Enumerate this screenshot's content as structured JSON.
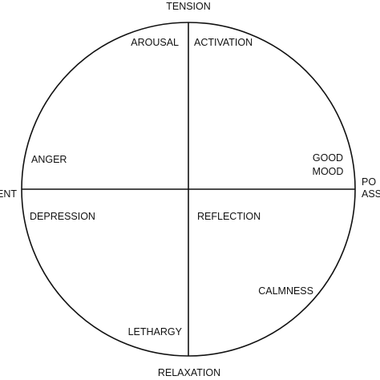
{
  "colors": {
    "stroke": "#111111",
    "background": "#ffffff"
  },
  "axes": {
    "top": "TENSION",
    "bottom": "RELAXATION",
    "left": "ENT",
    "right_line1": "PO",
    "right_line2": "ASS"
  },
  "quadrants": {
    "upper_left": {
      "arousal": "AROUSAL",
      "anger": "ANGER"
    },
    "upper_right": {
      "activation": "ACTIVATION",
      "good_mood_line1": "GOOD",
      "good_mood_line2": "MOOD"
    },
    "lower_left": {
      "depression": "DEPRESSION",
      "lethargy": "LETHARGY"
    },
    "lower_right": {
      "reflection": "REFLECTION",
      "calmness": "CALMNESS"
    }
  }
}
